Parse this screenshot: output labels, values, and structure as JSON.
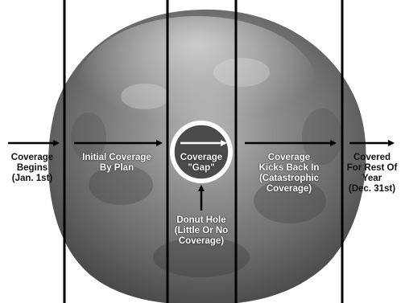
{
  "phases": [
    {
      "id": "begins",
      "text": "Coverage\nBegins\n(Jan. 1st)"
    },
    {
      "id": "initial",
      "text": "Initial Coverage\nBy Plan"
    },
    {
      "id": "gap",
      "text": "Coverage\n\"Gap\""
    },
    {
      "id": "kicks_back",
      "text": "Coverage\nKicks Back In\n(Catastrophic\nCoverage)"
    },
    {
      "id": "covered_rest",
      "text": "Covered\nFor Rest Of\nYear\n(Dec. 31st)"
    }
  ],
  "donut_hole": {
    "text": "Donut Hole\n(Little Or No\nCoverage)"
  },
  "colors": {
    "donut_dark": "#5a5a5a",
    "donut_light": "#bdbdbd",
    "hole": "#ffffff",
    "lines": "#000000"
  }
}
